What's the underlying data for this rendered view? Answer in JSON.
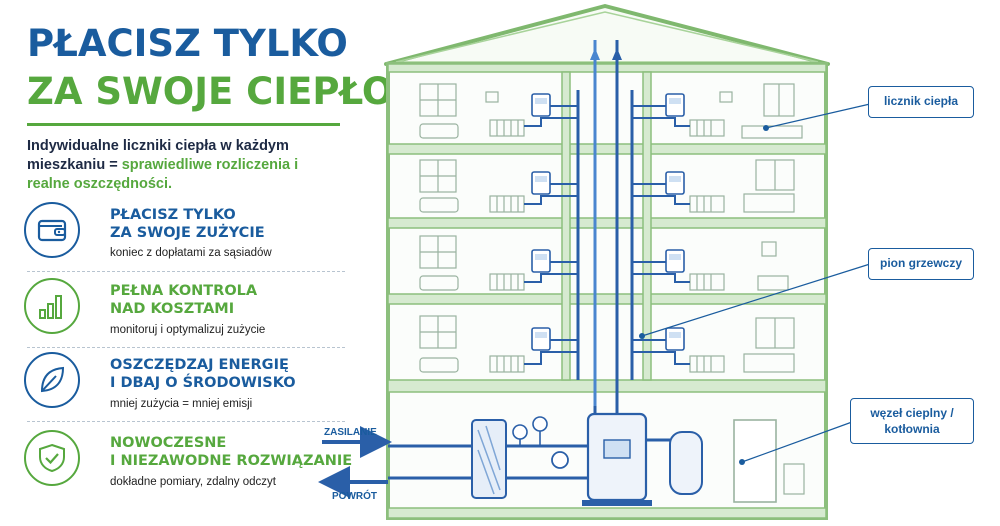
{
  "headline": {
    "line1": "PŁACISZ TYLKO",
    "line2": "ZA SWOJE CIEPŁO"
  },
  "intro": {
    "part1": "Indywidualne liczniki ciepła w każdym mieszkaniu = ",
    "highlight": "sprawiedliwe rozliczenia i realne oszczędności."
  },
  "features": [
    {
      "title1": "PŁACISZ TYLKO",
      "title2": "ZA SWOJE ZUŻYCIE",
      "subtitle": "koniec z dopłatami za sąsiadów",
      "icon": "wallet-icon",
      "color": "#1a5c9e"
    },
    {
      "title1": "PEŁNA KONTROLA",
      "title2": "NAD KOSZTAMI",
      "subtitle": "monitoruj i optymalizuj zużycie",
      "icon": "bar-chart-icon",
      "color": "#56a83e"
    },
    {
      "title1": "OSZCZĘDZAJ ENERGIĘ",
      "title2": "I DBAJ O ŚRODOWISKO",
      "subtitle": "mniej zużycia = mniej emisji",
      "icon": "leaf-icon",
      "color": "#1a5c9e"
    },
    {
      "title1": "NOWOCZESNE",
      "title2": "I NIEZAWODNE ROZWIĄZANIE",
      "subtitle": "dokładne pomiary, zdalny odczyt",
      "icon": "shield-check-icon",
      "color": "#56a83e"
    }
  ],
  "callouts": {
    "heat_meter": "licznik ciepła",
    "riser": "pion grzewczy",
    "node_line1": "węzeł cieplny /",
    "node_line2": "kotłownia"
  },
  "flows": {
    "supply": "ZASILANIE",
    "return": "POWRÓT"
  },
  "colors": {
    "blue": "#1a5c9e",
    "green": "#56a83e",
    "pipe": "#2a5fa8",
    "wall": "#8cbf7d"
  }
}
